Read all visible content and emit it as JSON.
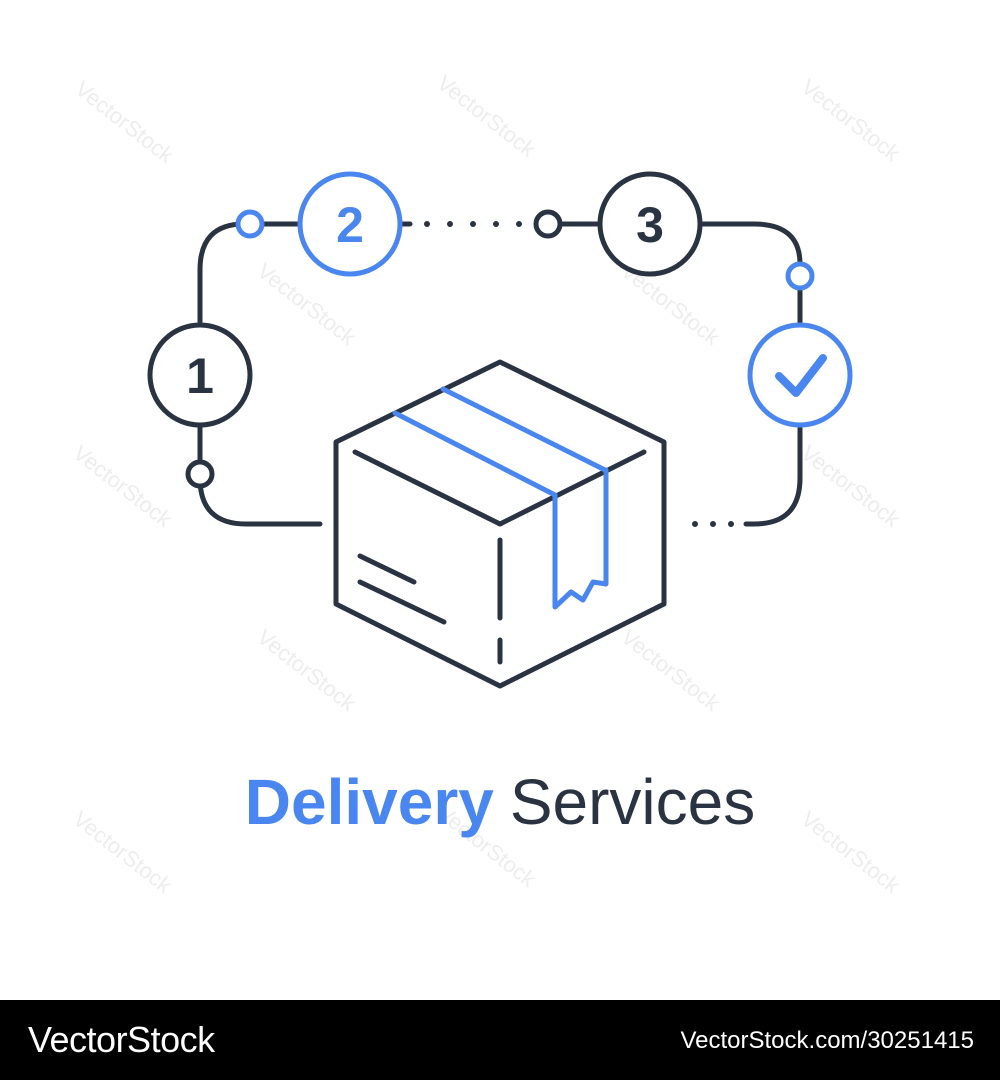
{
  "illustration": {
    "steps": [
      "1",
      "2",
      "3"
    ],
    "final_step_icon": "checkmark-icon",
    "center_icon": "cardboard-box-icon"
  },
  "headline": {
    "word1": "Delivery",
    "word2": "Services"
  },
  "watermark": {
    "text": "VectorStock"
  },
  "footer": {
    "brand": "VectorStock",
    "image_id": "VectorStock.com/30251415"
  },
  "colors": {
    "blue": "#4a86f0",
    "dark": "#2a3342",
    "footer_bg": "#000000",
    "footer_text": "#ffffff"
  }
}
